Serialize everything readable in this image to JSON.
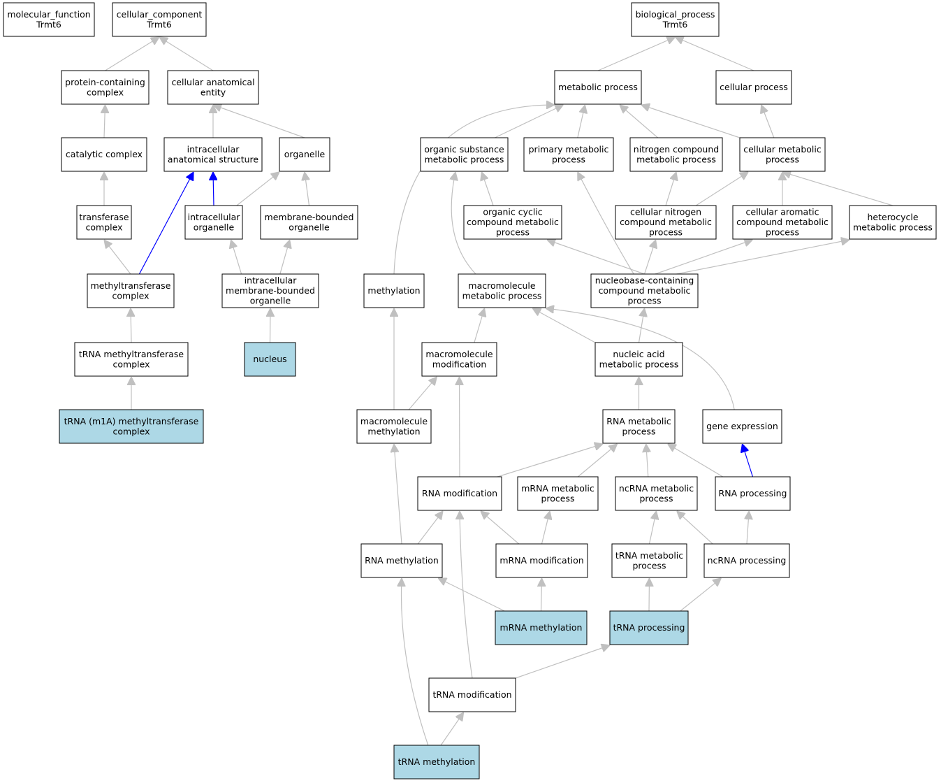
{
  "colors": {
    "highlight_fill": "#add8e6",
    "edge_gray": "#c0c0c0",
    "edge_blue": "#0000ff"
  },
  "nodes": {
    "mf": {
      "lines": [
        "molecular_function",
        "Trmt6"
      ]
    },
    "cc": {
      "lines": [
        "cellular_component",
        "Trmt6"
      ]
    },
    "bp": {
      "lines": [
        "biological_process",
        "Trmt6"
      ]
    },
    "pcc": {
      "lines": [
        "protein-containing",
        "complex"
      ]
    },
    "cae": {
      "lines": [
        "cellular anatomical",
        "entity"
      ]
    },
    "catc": {
      "lines": [
        "catalytic complex"
      ]
    },
    "ias": {
      "lines": [
        "intracellular",
        "anatomical structure"
      ]
    },
    "org": {
      "lines": [
        "organelle"
      ]
    },
    "trc": {
      "lines": [
        "transferase",
        "complex"
      ]
    },
    "iorg": {
      "lines": [
        "intracellular",
        "organelle"
      ]
    },
    "mbo": {
      "lines": [
        "membrane-bounded",
        "organelle"
      ]
    },
    "mtc": {
      "lines": [
        "methyltransferase",
        "complex"
      ]
    },
    "imbo": {
      "lines": [
        "intracellular",
        "membrane-bounded",
        "organelle"
      ]
    },
    "tmtc": {
      "lines": [
        "tRNA methyltransferase",
        "complex"
      ]
    },
    "nuc": {
      "lines": [
        "nucleus"
      ],
      "highlight": true
    },
    "m1a": {
      "lines": [
        "tRNA (m1A) methyltransferase",
        "complex"
      ],
      "highlight": true
    },
    "metp": {
      "lines": [
        "metabolic process"
      ]
    },
    "celp": {
      "lines": [
        "cellular process"
      ]
    },
    "osmp": {
      "lines": [
        "organic substance",
        "metabolic process"
      ]
    },
    "pmp": {
      "lines": [
        "primary metabolic",
        "process"
      ]
    },
    "ncmp": {
      "lines": [
        "nitrogen compound",
        "metabolic process"
      ]
    },
    "cmp": {
      "lines": [
        "cellular metabolic",
        "process"
      ]
    },
    "occm": {
      "lines": [
        "organic cyclic",
        "compound metabolic",
        "process"
      ]
    },
    "cncm": {
      "lines": [
        "cellular nitrogen",
        "compound metabolic",
        "process"
      ]
    },
    "cacm": {
      "lines": [
        "cellular aromatic",
        "compound metabolic",
        "process"
      ]
    },
    "hmp": {
      "lines": [
        "heterocycle",
        "metabolic process"
      ]
    },
    "meth": {
      "lines": [
        "methylation"
      ]
    },
    "mmp": {
      "lines": [
        "macromolecule",
        "metabolic process"
      ]
    },
    "nbcm": {
      "lines": [
        "nucleobase-containing",
        "compound metabolic",
        "process"
      ]
    },
    "mmod": {
      "lines": [
        "macromolecule",
        "modification"
      ]
    },
    "namp": {
      "lines": [
        "nucleic acid",
        "metabolic process"
      ]
    },
    "mmet": {
      "lines": [
        "macromolecule",
        "methylation"
      ]
    },
    "rmp": {
      "lines": [
        "RNA metabolic",
        "process"
      ]
    },
    "gexp": {
      "lines": [
        "gene expression"
      ]
    },
    "rmod": {
      "lines": [
        "RNA modification"
      ]
    },
    "mrmp": {
      "lines": [
        "mRNA metabolic",
        "process"
      ]
    },
    "ncrm": {
      "lines": [
        "ncRNA metabolic",
        "process"
      ]
    },
    "rpro": {
      "lines": [
        "RNA processing"
      ]
    },
    "rmet": {
      "lines": [
        "RNA methylation"
      ]
    },
    "mrmo": {
      "lines": [
        "mRNA modification"
      ]
    },
    "trmp": {
      "lines": [
        "tRNA metabolic",
        "process"
      ]
    },
    "ncpr": {
      "lines": [
        "ncRNA processing"
      ]
    },
    "mrme": {
      "lines": [
        "mRNA methylation"
      ],
      "highlight": true
    },
    "trpr": {
      "lines": [
        "tRNA processing"
      ],
      "highlight": true
    },
    "trmo": {
      "lines": [
        "tRNA modification"
      ]
    },
    "trme": {
      "lines": [
        "tRNA methylation"
      ],
      "highlight": true
    }
  },
  "edges": [
    [
      "pcc",
      "cc"
    ],
    [
      "cae",
      "cc"
    ],
    [
      "catc",
      "pcc"
    ],
    [
      "ias",
      "cae"
    ],
    [
      "org",
      "cae"
    ],
    [
      "trc",
      "catc"
    ],
    [
      "iorg",
      "ias",
      "blue"
    ],
    [
      "iorg",
      "org"
    ],
    [
      "mbo",
      "org"
    ],
    [
      "mtc",
      "trc"
    ],
    [
      "mtc",
      "ias",
      "blue"
    ],
    [
      "imbo",
      "iorg"
    ],
    [
      "imbo",
      "mbo"
    ],
    [
      "tmtc",
      "mtc"
    ],
    [
      "nuc",
      "imbo"
    ],
    [
      "m1a",
      "tmtc"
    ],
    [
      "metp",
      "bp"
    ],
    [
      "celp",
      "bp"
    ],
    [
      "osmp",
      "metp"
    ],
    [
      "pmp",
      "metp"
    ],
    [
      "ncmp",
      "metp"
    ],
    [
      "cmp",
      "metp"
    ],
    [
      "cmp",
      "celp"
    ],
    [
      "meth",
      "metp"
    ],
    [
      "occm",
      "osmp"
    ],
    [
      "cncm",
      "ncmp"
    ],
    [
      "cncm",
      "cmp"
    ],
    [
      "cacm",
      "cmp"
    ],
    [
      "hmp",
      "cmp"
    ],
    [
      "mmp",
      "osmp"
    ],
    [
      "nbcm",
      "occm"
    ],
    [
      "nbcm",
      "cncm"
    ],
    [
      "nbcm",
      "cacm"
    ],
    [
      "nbcm",
      "hmp"
    ],
    [
      "nbcm",
      "pmp"
    ],
    [
      "mmod",
      "mmp"
    ],
    [
      "namp",
      "mmp"
    ],
    [
      "namp",
      "nbcm"
    ],
    [
      "gexp",
      "mmp"
    ],
    [
      "mmet",
      "meth"
    ],
    [
      "mmet",
      "mmod"
    ],
    [
      "rmp",
      "namp"
    ],
    [
      "rmod",
      "rmp"
    ],
    [
      "rmod",
      "mmod"
    ],
    [
      "mrmp",
      "rmp"
    ],
    [
      "ncrm",
      "rmp"
    ],
    [
      "rpro",
      "rmp"
    ],
    [
      "rpro",
      "gexp",
      "blue"
    ],
    [
      "rmet",
      "rmod"
    ],
    [
      "rmet",
      "mmet"
    ],
    [
      "mrmo",
      "rmod"
    ],
    [
      "mrmo",
      "mrmp"
    ],
    [
      "trmp",
      "ncrm"
    ],
    [
      "ncpr",
      "ncrm"
    ],
    [
      "ncpr",
      "rpro"
    ],
    [
      "mrme",
      "rmet"
    ],
    [
      "mrme",
      "mrmo"
    ],
    [
      "trpr",
      "trmp"
    ],
    [
      "trpr",
      "ncpr"
    ],
    [
      "trmo",
      "rmod"
    ],
    [
      "trmo",
      "trpr"
    ],
    [
      "trme",
      "rmet"
    ],
    [
      "trme",
      "trmo"
    ]
  ]
}
